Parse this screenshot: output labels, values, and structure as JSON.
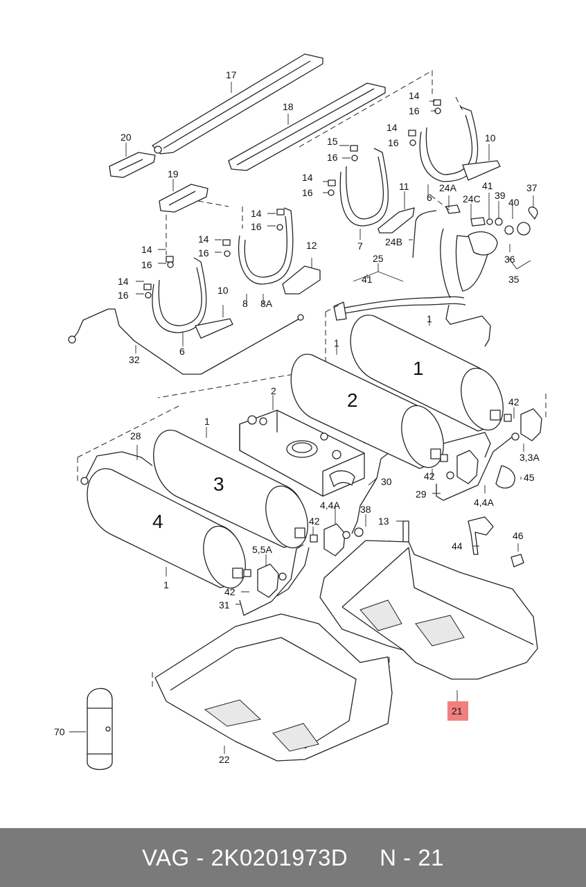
{
  "footer": {
    "part_text": "VAG - 2K0201973D",
    "ref_text": "N - 21"
  },
  "highlight_color": "#f08080",
  "labels": {
    "l17": "17",
    "l18": "18",
    "l20": "20",
    "l19": "19",
    "l14a": "14",
    "l16a": "16",
    "l14b": "14",
    "l16b": "16",
    "l10a": "10",
    "l15": "15",
    "l16c": "16",
    "l14c": "14",
    "l16d": "16",
    "l11": "11",
    "l7": "7",
    "l24A": "24A",
    "l41a": "41",
    "l39": "39",
    "l40": "40",
    "l37": "37",
    "l24C": "24C",
    "l6a": "6",
    "l24B": "24B",
    "l36": "36",
    "l35": "35",
    "l14d": "14",
    "l16e": "16",
    "l14e": "14",
    "l16f": "16",
    "l12": "12",
    "l8": "8",
    "l8A": "8A",
    "l14f": "14",
    "l16g": "16",
    "l14g": "14",
    "l16h": "16",
    "l10b": "10",
    "l6b": "6",
    "l32": "32",
    "l25": "25",
    "l41b": "41",
    "l1a": "1",
    "l1b": "1",
    "l2": "2",
    "l1c": "1",
    "l28": "28",
    "big1": "1",
    "big2": "2",
    "big3": "3",
    "big4": "4",
    "l42a": "42",
    "l3_3A": "3,3A",
    "l45": "45",
    "l42b": "42",
    "l30": "30",
    "l29": "29",
    "l4_4Aa": "4,4A",
    "l4_4Ab": "4,4A",
    "l38": "38",
    "l13": "13",
    "l42c": "42",
    "l44": "44",
    "l46": "46",
    "l5_5A": "5,5A",
    "l1d": "1",
    "l42d": "42",
    "l31": "31",
    "l21": "21",
    "l70": "70",
    "l22": "22"
  }
}
